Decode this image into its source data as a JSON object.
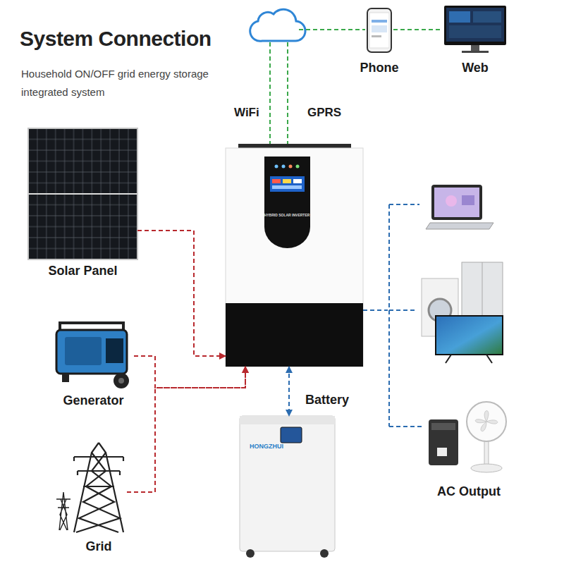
{
  "diagram": {
    "title": "System Connection",
    "nodes": [
      {
        "text": [
          "Phone"
        ]
      },
      {
        "text": [
          "Web"
        ]
      },
      {
        "text": [
          "Solar Panel"
        ]
      },
      {
        "text": [
          "HYBRID SOLAR INVERTER"
        ]
      },
      {
        "text": [
          "Generator"
        ]
      },
      {
        "text": [
          "Battery",
          "HONGZHUI"
        ]
      },
      {
        "text": [
          "Grid"
        ]
      },
      {
        "text": [
          "AC Output"
        ]
      }
    ],
    "edges": [
      {
        "from": 2,
        "to": 3,
        "arrow": "to"
      },
      {
        "from": 4,
        "to": 3,
        "arrow": "to"
      },
      {
        "from": 6,
        "to": 3,
        "arrow": "to"
      },
      {
        "from": 3,
        "to": 5,
        "arrow": "both"
      },
      {
        "from": 3,
        "to": 7,
        "arrow": "none"
      },
      {
        "from": 0,
        "to": 1,
        "arrow": "none"
      }
    ],
    "labels": [
      "Household ON/OFF grid energy storage integrated system",
      "WiFi",
      "GPRS"
    ]
  }
}
